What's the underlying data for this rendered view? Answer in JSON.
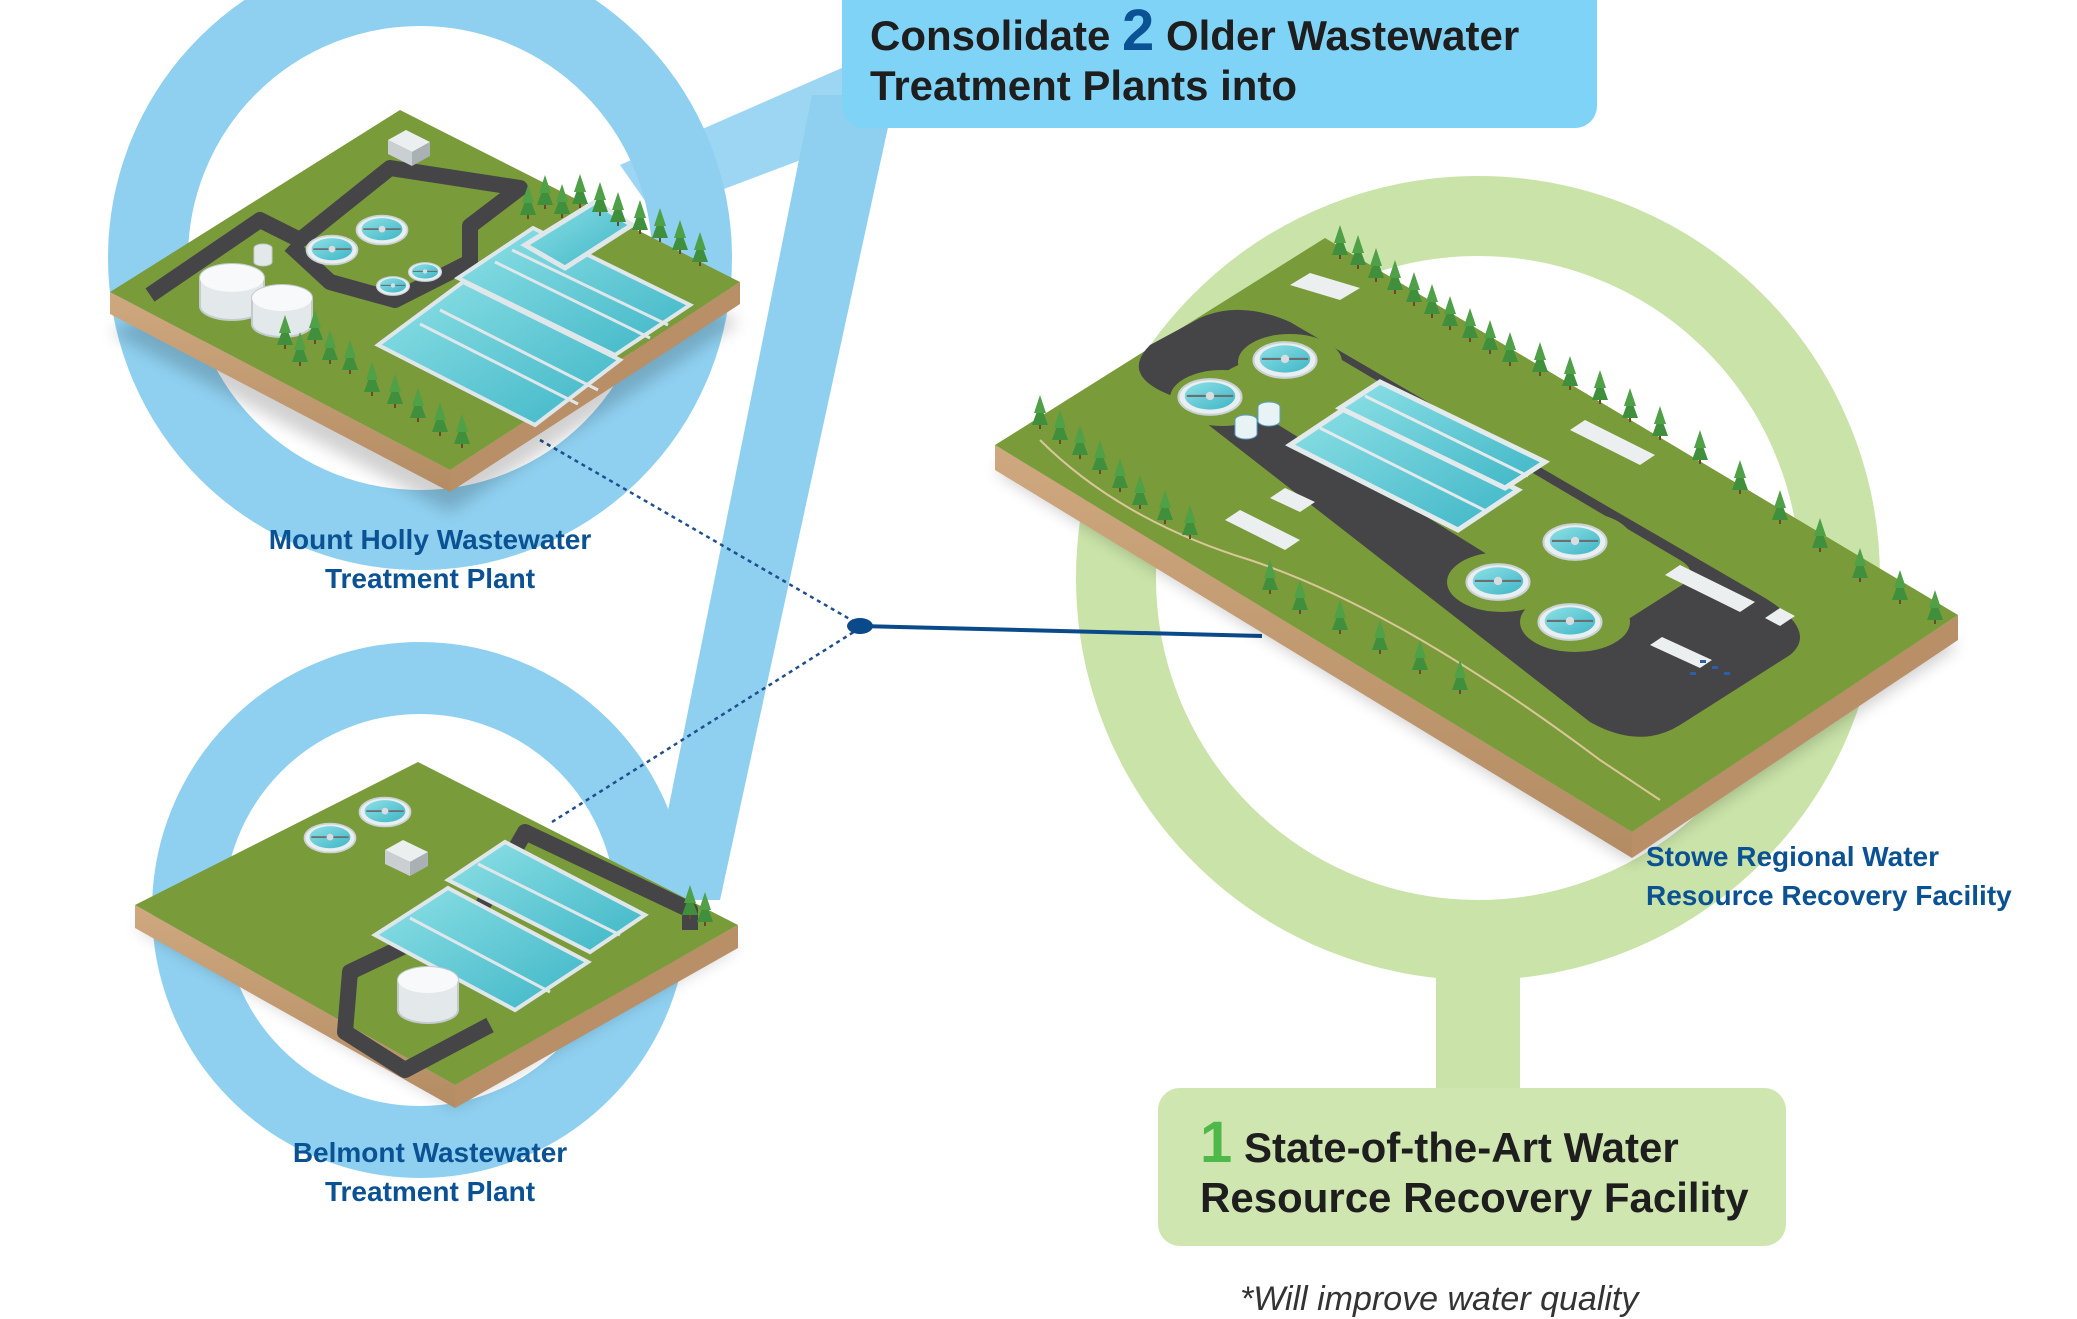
{
  "colors": {
    "accent_blue": "#0a5293",
    "callout_blue": "#7fd3f6",
    "ring_blue": "#8fd0f0",
    "callout_green": "#cfe6b0",
    "ring_green": "#c9e3a8",
    "number_green": "#4fb848",
    "dark_text": "#1e1e1e",
    "grass": "#7a9b3a",
    "soil": "#c5a07a",
    "asphalt": "#454548",
    "water": "#5fc9d4",
    "tank_white": "#eef1f2",
    "tree": "#3f8f3c"
  },
  "headline": {
    "line1_prefix": "Consolidate",
    "number": "2",
    "line1_suffix": "Older Wastewater",
    "line2": "Treatment Plants into"
  },
  "result": {
    "number": "1",
    "line1": "State-of-the-Art Water",
    "line2": "Resource Recovery Facility"
  },
  "plants": {
    "mount_holly": {
      "line1": "Mount Holly Wastewater",
      "line2": "Treatment Plant"
    },
    "belmont": {
      "line1": "Belmont Wastewater",
      "line2": "Treatment Plant"
    },
    "stowe": {
      "line1": "Stowe Regional Water",
      "line2": "Resource Recovery Facility"
    }
  },
  "footnote": "*Will improve water quality",
  "icons": {
    "mount_holly_site": "wastewater-plant-illustration",
    "belmont_site": "wastewater-plant-illustration",
    "stowe_site": "water-resource-recovery-facility-illustration",
    "junction": "connector-dot"
  }
}
